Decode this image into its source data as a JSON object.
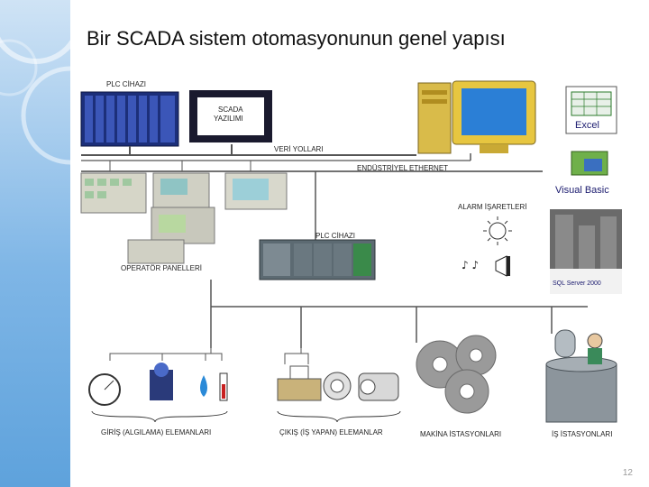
{
  "slide": {
    "title": "Bir SCADA sistem otomasyonunun genel yapısı",
    "page_number": "12"
  },
  "diagram": {
    "plc_top_label": "PLC CİHAZI",
    "scada_label_1": "SCADA",
    "scada_label_2": "YAZILIMI",
    "data_lines_label": "VERİ YOLLARI",
    "ethernet_label": "ENDÜSTRİYEL ETHERNET",
    "operator_panels_label": "OPERATÖR PANELLERİ",
    "plc_center_label": "PLC CİHAZI",
    "alarm_label": "ALARM İŞARETLERİ",
    "excel_label": "Excel",
    "vb_label": "Visual Basic",
    "sql_label": "SQL Server 2000",
    "input_elements_label": "GİRİŞ (ALGILAMA) ELEMANLARI",
    "output_elements_label": "ÇIKIŞ (İŞ YAPAN) ELEMANLAR",
    "machine_stations_label": "MAKİNA İSTASYONLARI",
    "work_stations_label": "İŞ İSTASYONLARI"
  }
}
